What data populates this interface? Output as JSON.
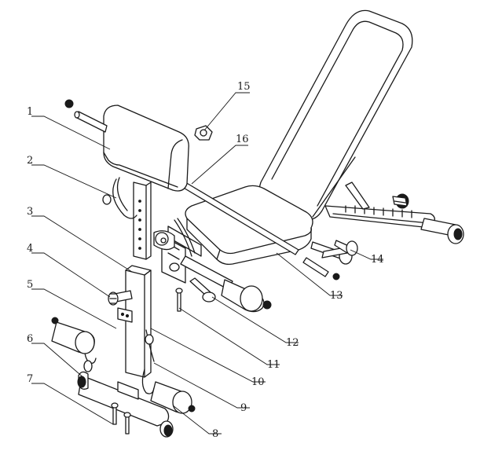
{
  "callouts": [
    {
      "id": "1",
      "label": "1"
    },
    {
      "id": "2",
      "label": "2"
    },
    {
      "id": "3",
      "label": "3"
    },
    {
      "id": "4",
      "label": "4"
    },
    {
      "id": "5",
      "label": "5"
    },
    {
      "id": "6",
      "label": "6"
    },
    {
      "id": "7",
      "label": "7"
    },
    {
      "id": "8",
      "label": "8"
    },
    {
      "id": "9",
      "label": "9"
    },
    {
      "id": "10",
      "label": "10"
    },
    {
      "id": "11",
      "label": "11"
    },
    {
      "id": "12",
      "label": "12"
    },
    {
      "id": "13",
      "label": "13"
    },
    {
      "id": "14",
      "label": "14"
    },
    {
      "id": "15",
      "label": "15"
    },
    {
      "id": "16",
      "label": "16"
    }
  ],
  "colors": {
    "ink": "#1a1a1a",
    "background": "#ffffff"
  }
}
